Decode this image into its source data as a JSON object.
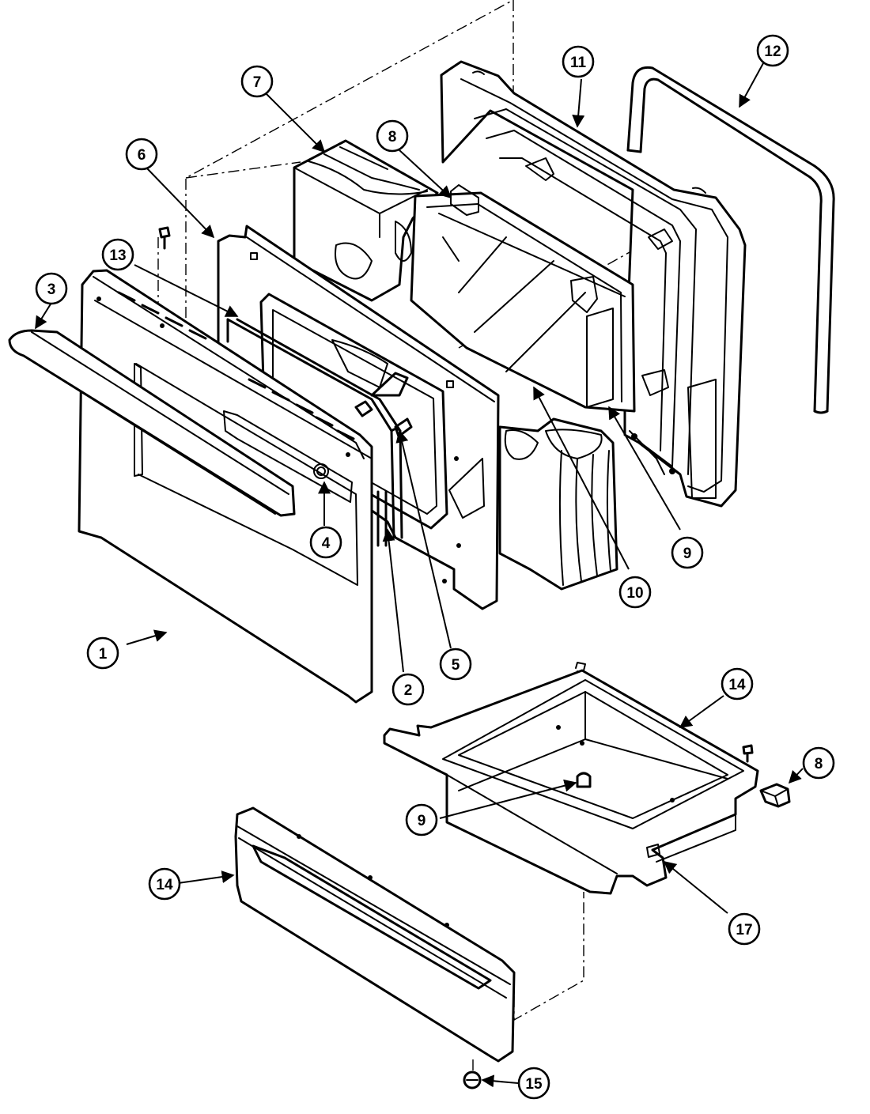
{
  "callouts": [
    {
      "id": "c1",
      "label": "1"
    },
    {
      "id": "c2",
      "label": "2"
    },
    {
      "id": "c3",
      "label": "3"
    },
    {
      "id": "c4",
      "label": "4"
    },
    {
      "id": "c5",
      "label": "5"
    },
    {
      "id": "c6",
      "label": "6"
    },
    {
      "id": "c7",
      "label": "7"
    },
    {
      "id": "c8a",
      "label": "8"
    },
    {
      "id": "c8b",
      "label": "8"
    },
    {
      "id": "c9a",
      "label": "9"
    },
    {
      "id": "c9b",
      "label": "9"
    },
    {
      "id": "c10",
      "label": "10"
    },
    {
      "id": "c11",
      "label": "11"
    },
    {
      "id": "c12",
      "label": "12"
    },
    {
      "id": "c13",
      "label": "13"
    },
    {
      "id": "c14a",
      "label": "14"
    },
    {
      "id": "c14b",
      "label": "14"
    },
    {
      "id": "c15",
      "label": "15"
    },
    {
      "id": "c17",
      "label": "17"
    }
  ]
}
